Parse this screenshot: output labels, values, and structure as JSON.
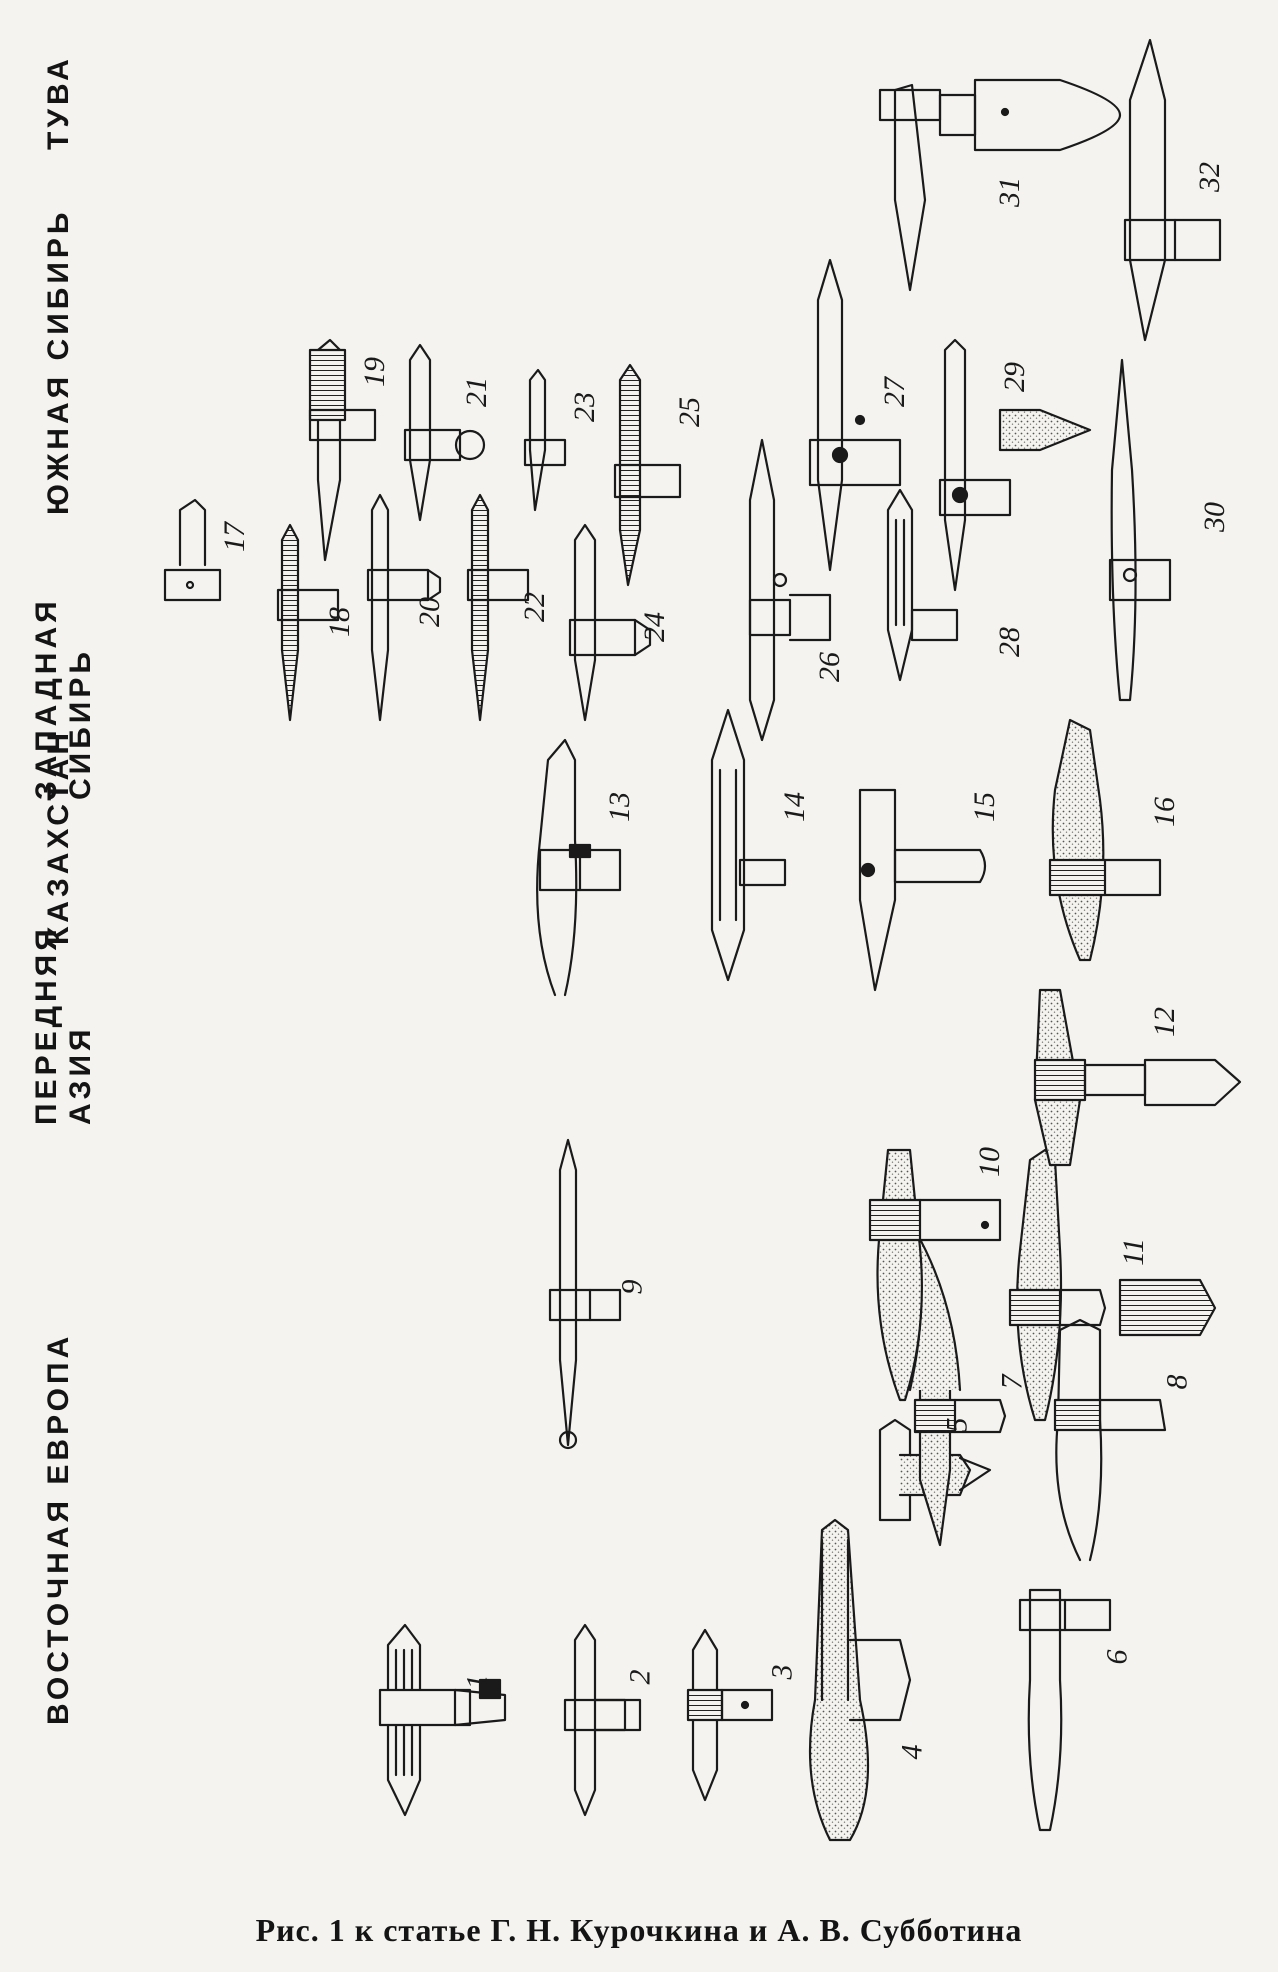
{
  "regions": {
    "east_europe": "ВОСТОЧНАЯ ЕВРОПА",
    "near_asia_1": "ПЕРЕДНЯЯ",
    "near_asia_2": "АЗИЯ",
    "kazakhstan": "КАЗАХСТАН",
    "west_siberia_1": "ЗАПАДНАЯ",
    "west_siberia_2": "СИБИРЬ",
    "south_siberia": "ЮЖНАЯ СИБИРЬ",
    "tuva": "ТУВА"
  },
  "numbers": [
    "1",
    "2",
    "3",
    "4",
    "5",
    "6",
    "7",
    "8",
    "9",
    "10",
    "11",
    "12",
    "13",
    "14",
    "15",
    "16",
    "17",
    "18",
    "19",
    "20",
    "21",
    "22",
    "23",
    "24",
    "25",
    "26",
    "27",
    "28",
    "29",
    "30",
    "31",
    "32"
  ],
  "caption": "Рис. 1 к статье Г. Н. Курочкина и А. В. Субботина",
  "colors": {
    "ink": "#1a1a1a",
    "paper": "#f4f3ef",
    "stipple": "#c9c7bf"
  }
}
